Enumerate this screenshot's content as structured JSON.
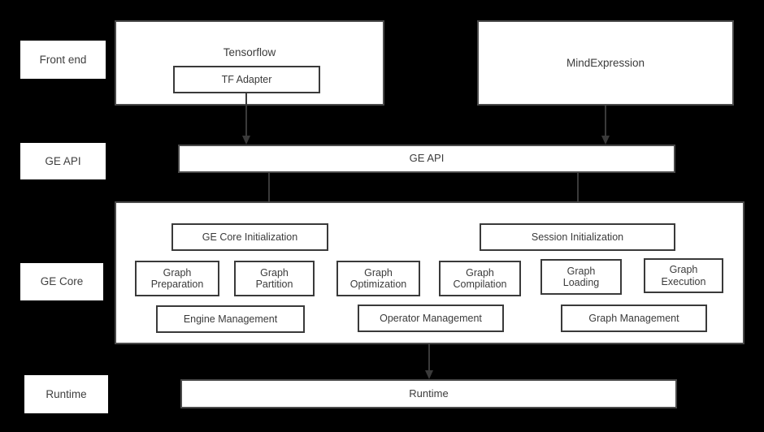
{
  "diagram": {
    "title": "GE architecture layered diagram",
    "background_color": "#000000",
    "box_fill_color": "#ffffff",
    "box_border_color": "#3a3a3a",
    "text_color": "#3b3b3b",
    "tiers": [
      {
        "id": "front-end",
        "label": "Front end"
      },
      {
        "id": "ge-api",
        "label": "GE API"
      },
      {
        "id": "ge-core",
        "label": "GE Core"
      },
      {
        "id": "runtime",
        "label": "Runtime"
      }
    ],
    "front_end": {
      "tensorflow": {
        "title": "Tensorflow",
        "child": "TF Adapter"
      },
      "mindexpression": {
        "title": "MindExpression"
      }
    },
    "ge_api_bar": {
      "label": "GE API"
    },
    "ge_core": {
      "init_boxes": [
        {
          "label": "GE Core Initialization"
        },
        {
          "label": "Session Initialization"
        }
      ],
      "stage_boxes": [
        {
          "label": "Graph\nPreparation"
        },
        {
          "label": "Graph\nPartition"
        },
        {
          "label": "Graph\nOptimization"
        },
        {
          "label": "Graph\nCompilation"
        },
        {
          "label": "Graph\nLoading"
        },
        {
          "label": "Graph\nExecution"
        }
      ],
      "management_boxes": [
        {
          "label": "Engine Management"
        },
        {
          "label": "Operator Management"
        },
        {
          "label": "Graph Management"
        }
      ]
    },
    "runtime_bar": {
      "label": "Runtime"
    },
    "arrows": [
      {
        "id": "tf-adapter-to-ge-api",
        "from": "TF Adapter",
        "to": "GE API"
      },
      {
        "id": "mindexpression-to-ge-api",
        "from": "MindExpression",
        "to": "GE API"
      },
      {
        "id": "ge-api-to-ge-core-init",
        "from": "GE API",
        "to": "GE Core Initialization"
      },
      {
        "id": "ge-api-to-session-init",
        "from": "GE API",
        "to": "Session Initialization"
      },
      {
        "id": "ge-core-to-runtime",
        "from": "GE Core",
        "to": "Runtime"
      }
    ]
  }
}
